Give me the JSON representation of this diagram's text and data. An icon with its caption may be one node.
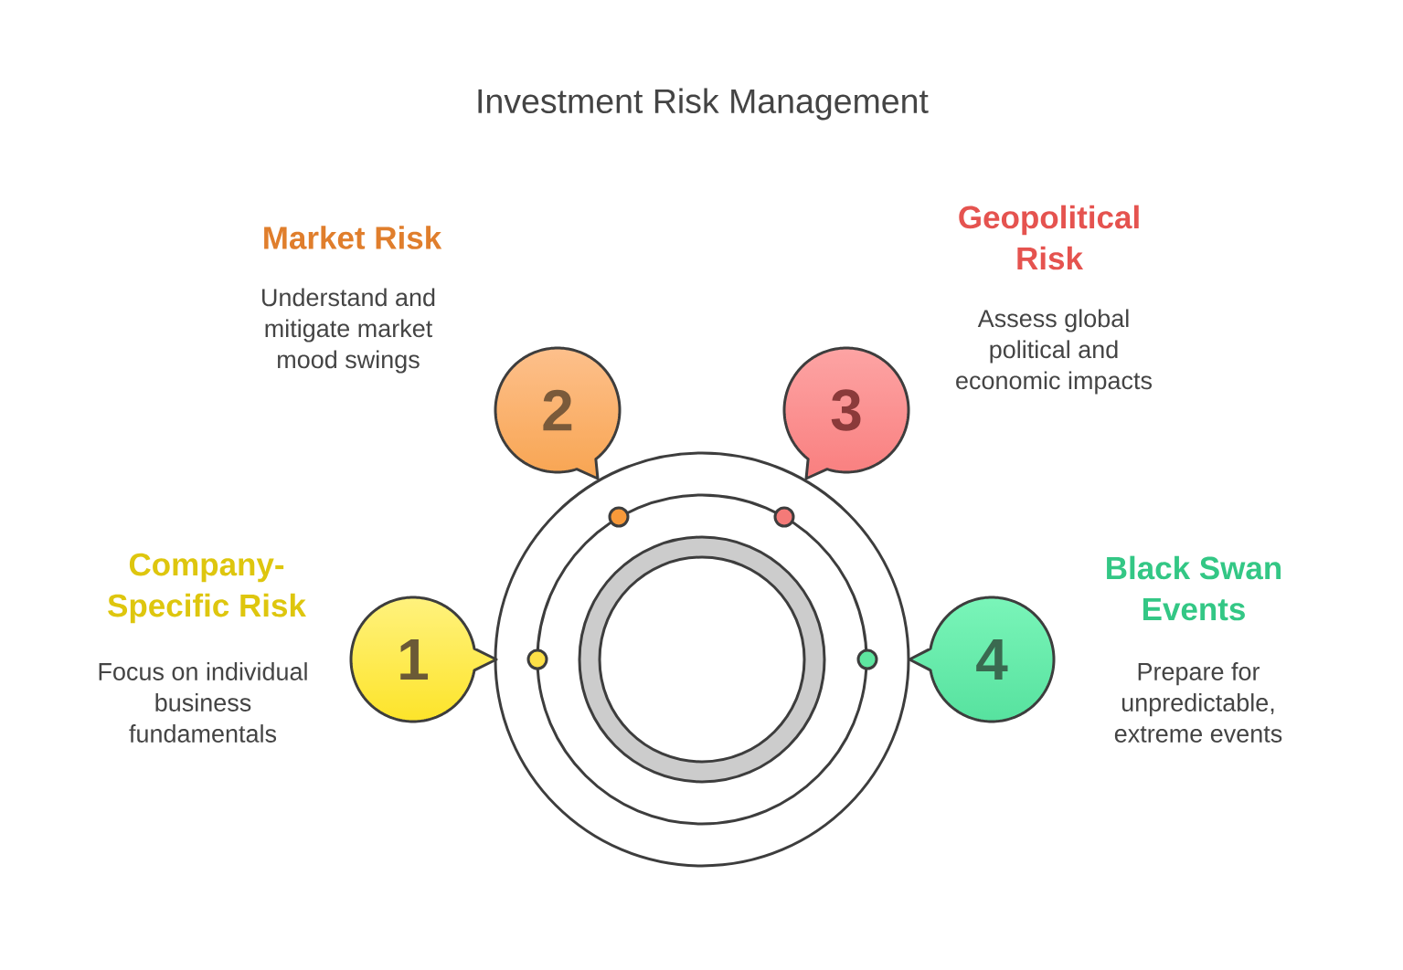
{
  "diagram": {
    "title": "Investment Risk Management",
    "nodes": [
      {
        "text": [
          "1"
        ],
        "beside": [
          "Company-Specific Risk",
          "Focus on individual business fundamentals"
        ]
      },
      {
        "text": [
          "2"
        ],
        "beside": [
          "Market Risk",
          "Understand and mitigate market mood swings"
        ]
      },
      {
        "text": [
          "3"
        ],
        "beside": [
          "Geopolitical Risk",
          "Assess global political and economic impacts"
        ]
      },
      {
        "text": [
          "4"
        ],
        "beside": [
          "Black Swan Events",
          "Prepare for unpredictable, extreme events"
        ]
      }
    ]
  }
}
